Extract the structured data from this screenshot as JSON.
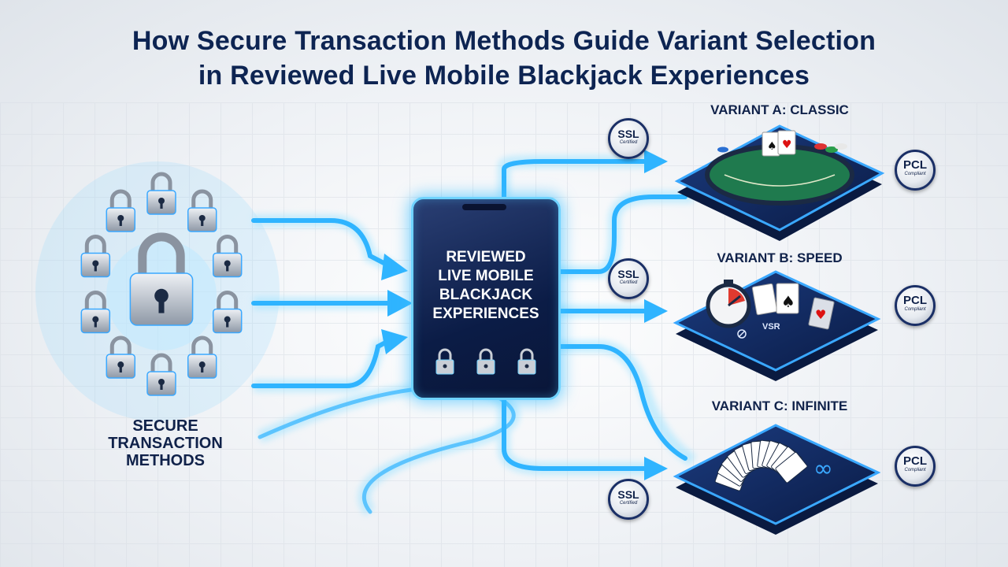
{
  "title": {
    "line1": "How Secure Transaction Methods Guide Variant Selection",
    "line2": "in Reviewed Live Mobile Blackjack Experiences"
  },
  "source": {
    "label_lines": [
      "SECURE",
      "TRANSACTION",
      "METHODS"
    ],
    "icon": "padlock-icon",
    "lock_count": 11
  },
  "hub": {
    "label_lines": [
      "REVIEWED",
      "LIVE MOBILE",
      "BLACKJACK",
      "EXPERIENCES"
    ],
    "icon": "phone-icon",
    "lock_count": 3
  },
  "variants": [
    {
      "label": "VARIANT A: CLASSIC",
      "icon": "blackjack-table-icon"
    },
    {
      "label": "VARIANT B: SPEED",
      "icon": "stopwatch-icon",
      "tag": "VSR"
    },
    {
      "label": "VARIANT C: INFINITE",
      "icon": "infinity-icon"
    }
  ],
  "badges": {
    "ssl": {
      "title": "SSL",
      "sub": "Certified"
    },
    "pcl": {
      "title": "PCL",
      "sub": "Compliant"
    }
  },
  "colors": {
    "title": "#0d2452",
    "flow": "#2fb4ff",
    "flow_glow": "#9fe3ff",
    "platform": "#14306a",
    "platform_edge": "#3aa8ff",
    "felt": "#1f7a4e",
    "lock_body": "#c9ced6"
  }
}
